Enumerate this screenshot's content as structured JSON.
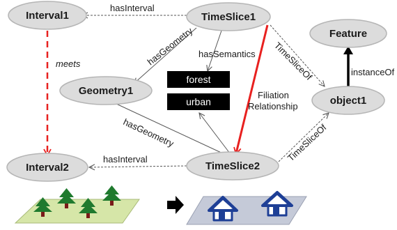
{
  "nodes": {
    "interval1": "Interval1",
    "timeslice1": "TimeSlice1",
    "feature": "Feature",
    "geometry1": "Geometry1",
    "object1": "object1",
    "interval2": "Interval2",
    "timeslice2": "TimeSlice2"
  },
  "semantic_boxes": {
    "forest": "forest",
    "urban": "urban"
  },
  "edges": {
    "has_interval_top": "hasInterval",
    "has_geometry_top": "hasGeometry",
    "has_semantics": "hasSemantics",
    "timeslice_of_top": "TimeSliceOf",
    "instance_of": "instanceOf",
    "meets": "meets",
    "filiation_line1": "Filiation",
    "filiation_line2": "Relationship",
    "has_geometry_bottom": "hasGeometry",
    "timeslice_of_bottom": "TimeSliceOf",
    "has_interval_bottom": "hasInterval"
  },
  "colors": {
    "node_fill": "#dcdcdc",
    "node_stroke": "#b5b5b5",
    "filiation_red": "#e8201f",
    "meets_red": "#e8201f",
    "tree_green": "#1f7a2e",
    "trunk_brown": "#7a1a1a",
    "forest_ground": "#d6e6a8",
    "urban_ground": "#c5cad8",
    "house_blue": "#1e3f96"
  }
}
